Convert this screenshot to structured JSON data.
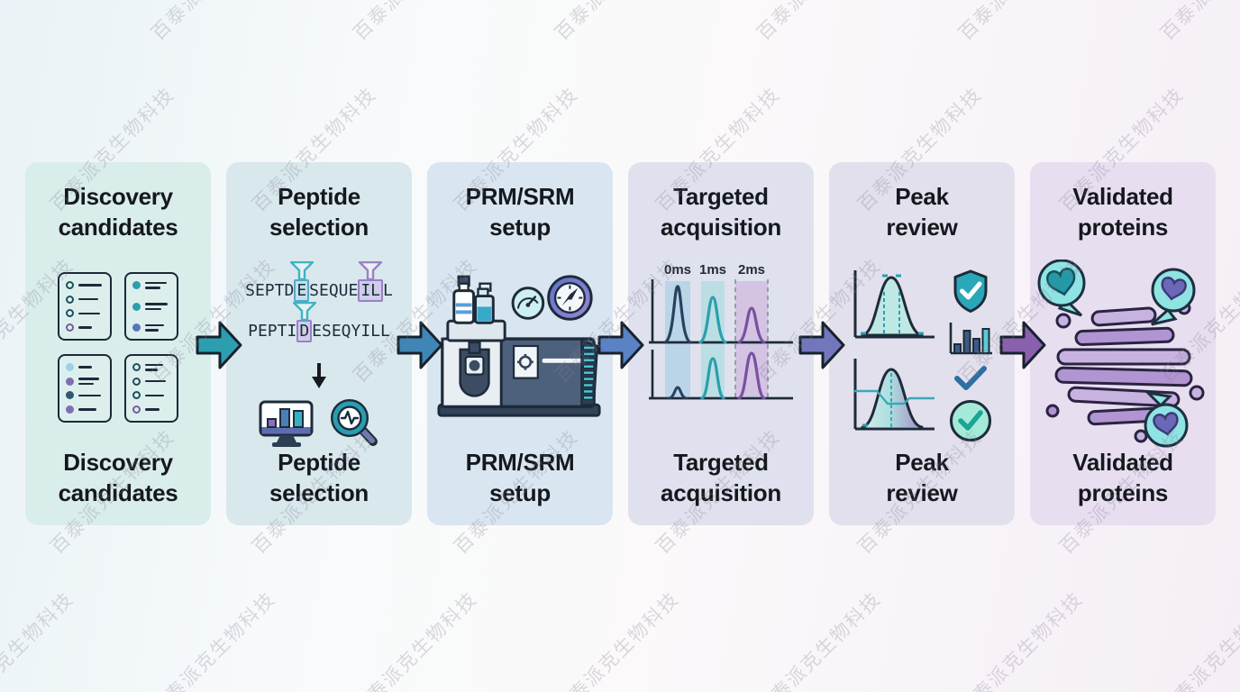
{
  "watermark": {
    "text": "百泰派克生物科技"
  },
  "steps": [
    {
      "id": "discovery-candidates",
      "line1": "Discovery",
      "line2": "candidates"
    },
    {
      "id": "peptide-selection",
      "line1": "Peptide",
      "line2": "selection"
    },
    {
      "id": "prm-srm-setup",
      "line1": "PRM/SRM",
      "line2": "setup"
    },
    {
      "id": "targeted-acquisition",
      "line1": "Targeted",
      "line2": "acquisition"
    },
    {
      "id": "peak-review",
      "line1": "Peak",
      "line2": "review"
    },
    {
      "id": "validated-proteins",
      "line1": "Validated",
      "line2": "proteins"
    }
  ],
  "peptide_selection": {
    "sequence1": {
      "pre": "SEPTD",
      "hl1": "E",
      "mid": "SEQUE",
      "hl2": "IL",
      "post": "L"
    },
    "sequence2": {
      "pre": "PEPTI",
      "hl1": "D",
      "post": "ESEQYILL"
    }
  },
  "targeted_acquisition": {
    "time_labels": [
      "0ms",
      "1ms",
      "2ms"
    ]
  },
  "colors": {
    "arrows": [
      "#2b9fb0",
      "#3e86b6",
      "#5a82c4",
      "#7277bd",
      "#8a5fae"
    ],
    "teal": "#2a9fae",
    "navy": "#1d2b3a",
    "blue": "#4a7fb5",
    "periwinkle": "#6f74bb",
    "purple": "#8a5fae",
    "light_purple": "#c3aedd",
    "panel_tints": [
      "#d9edeb",
      "#d8e8ec",
      "#d9e6f1",
      "#dfe2ee",
      "#e2e0ec",
      "#e7def0"
    ]
  }
}
